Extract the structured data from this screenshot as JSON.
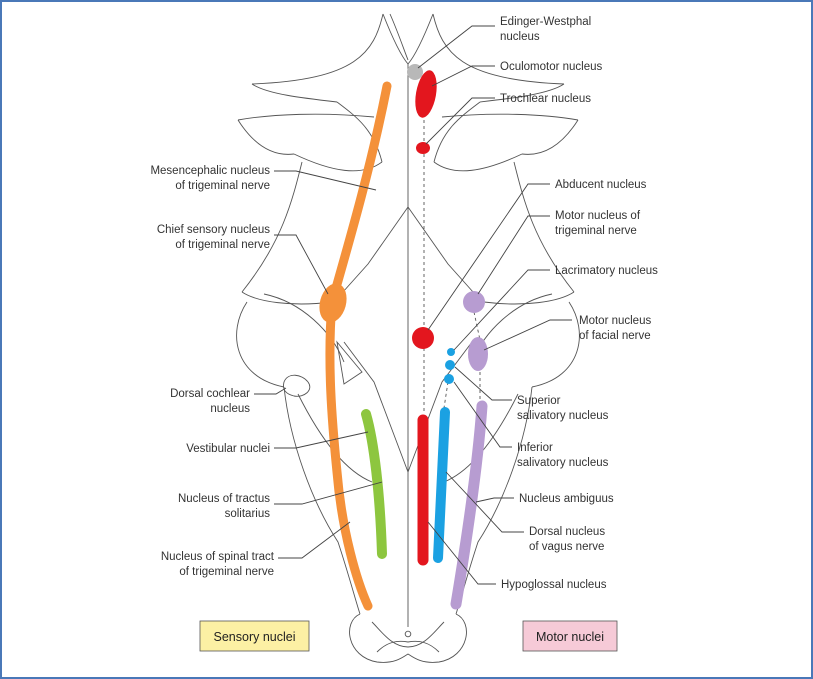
{
  "colors": {
    "sensory_orange": "#f4913a",
    "visceral_green": "#8dc63f",
    "motor_red": "#e3161e",
    "parasym_blue": "#1ba1e2",
    "branchial_lilac": "#b79cd1",
    "ew_gray": "#b8b8b8",
    "sensory_box": "#fcf0a4",
    "motor_box": "#f6cad7",
    "frame": "#4a78b8"
  },
  "labels": {
    "edinger_westphal": [
      "Edinger-Westphal",
      "nucleus"
    ],
    "oculomotor": [
      "Oculomotor nucleus"
    ],
    "trochlear": [
      "Trochlear nucleus"
    ],
    "abducent": [
      "Abducent nucleus"
    ],
    "motor_trigeminal": [
      "Motor nucleus of",
      "trigeminal nerve"
    ],
    "lacrimatory": [
      "Lacrimatory nucleus"
    ],
    "motor_facial": [
      "Motor nucleus",
      "of facial nerve"
    ],
    "superior_salivatory": [
      "Superior",
      "salivatory nucleus"
    ],
    "inferior_salivatory": [
      "Inferior",
      "salivatory nucleus"
    ],
    "nucleus_ambiguus": [
      "Nucleus ambiguus"
    ],
    "dorsal_vagus": [
      "Dorsal nucleus",
      "of vagus nerve"
    ],
    "hypoglossal": [
      "Hypoglossal nucleus"
    ],
    "mesencephalic": [
      "Mesencephalic nucleus",
      "of trigeminal nerve"
    ],
    "chief_sensory": [
      "Chief sensory nucleus",
      "of trigeminal nerve"
    ],
    "dorsal_cochlear": [
      "Dorsal cochlear",
      "nucleus"
    ],
    "vestibular": [
      "Vestibular nuclei"
    ],
    "tractus_solitarius": [
      "Nucleus of tractus",
      "solitarius"
    ],
    "spinal_trigeminal": [
      "Nucleus of spinal tract",
      "of trigeminal nerve"
    ]
  },
  "legend": {
    "sensory": "Sensory nuclei",
    "motor": "Motor nuclei"
  }
}
